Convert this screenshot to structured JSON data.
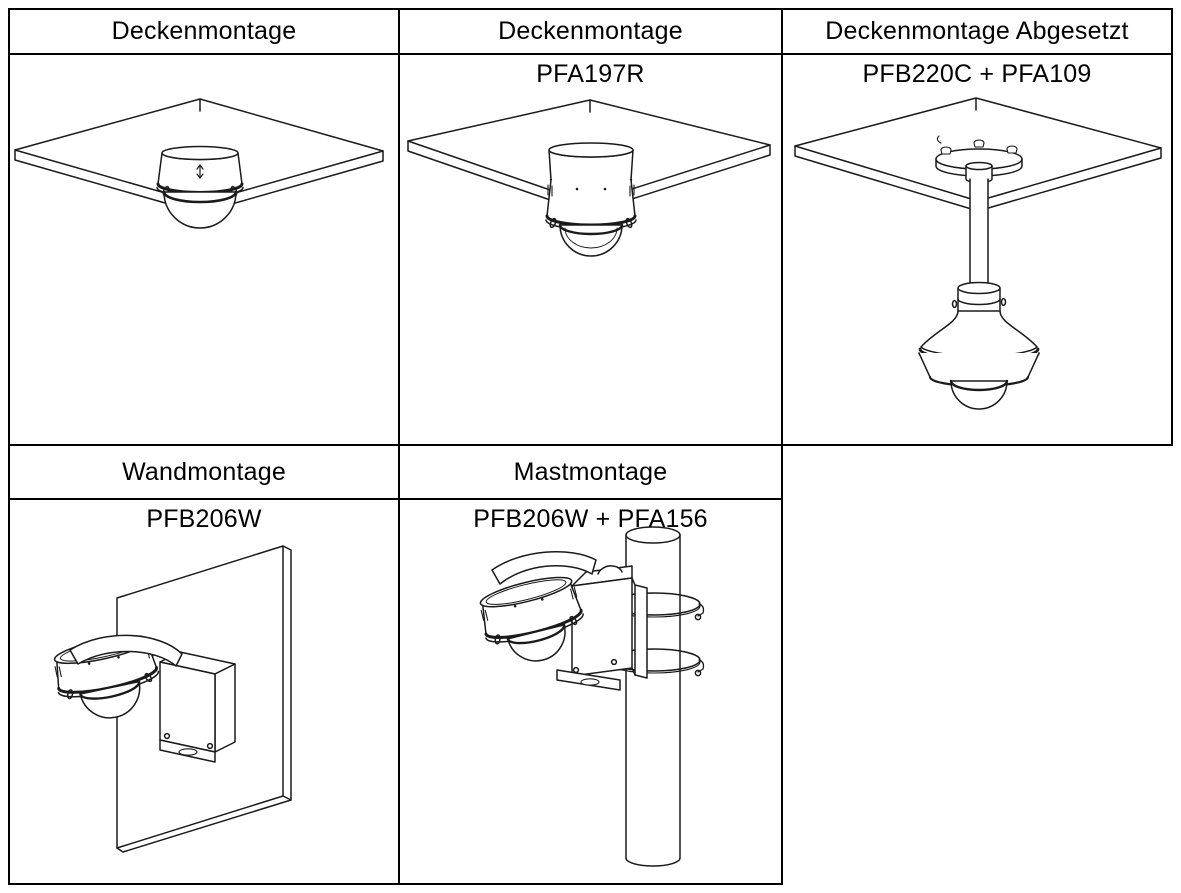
{
  "page": {
    "background_color": "#ffffff",
    "line_color": "#000000",
    "text_color": "#000000"
  },
  "mount_table": {
    "row1_headers": [
      "Deckenmontage",
      "Deckenmontage",
      "Deckenmontage Abgesetzt"
    ],
    "row2_products": [
      "",
      "PFA197R",
      "PFB220C + PFA109"
    ],
    "row3_headers": [
      "Wandmontage",
      "Mastmontage"
    ],
    "row4_products": [
      "PFB206W",
      "PFB206W + PFA156"
    ],
    "diagrams": [
      "ceiling-mount-dome-camera",
      "ceiling-mount-dome-camera-with-adapter",
      "pendant-ceiling-mount-dome-camera",
      "wall-mount-dome-camera",
      "pole-mount-dome-camera"
    ]
  }
}
